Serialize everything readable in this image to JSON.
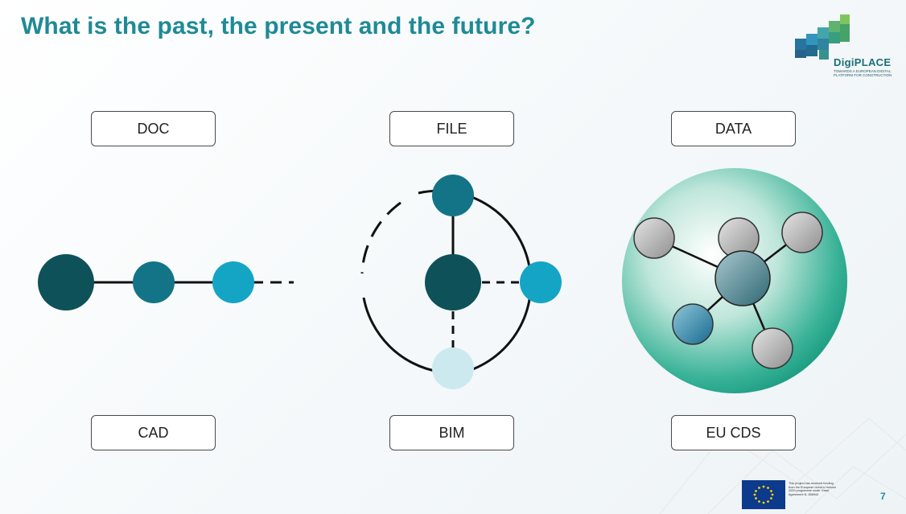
{
  "slide": {
    "title": "What is the past, the present and the future?",
    "page_number": "7"
  },
  "top_labels": {
    "doc": "DOC",
    "file": "FILE",
    "data": "DATA"
  },
  "bottom_labels": {
    "cad": "CAD",
    "bim": "BIM",
    "cds": "EU CDS"
  },
  "logo": {
    "name": "DigiPLACE",
    "tagline": "TOWARDS A EUROPEAN DIGITAL PLATFORM FOR CONSTRUCTION"
  },
  "eu_notice": "This project has received funding from the European Union's Horizon 2020 programme under Grant Agreement N. 856943",
  "colors": {
    "title": "#1f8a96",
    "node_dark": "#0f5158",
    "node_mid": "#137487",
    "node_light": "#14a5c4",
    "node_pale": "#cde9f0"
  }
}
